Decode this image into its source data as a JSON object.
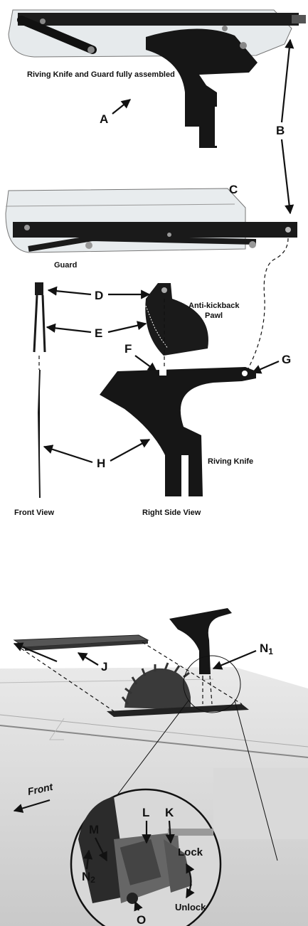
{
  "captions": {
    "assembled": "Riving Knife and Guard fully assembled",
    "guard": "Guard",
    "pawl_line1": "Anti-kickback",
    "pawl_line2": "Pawl",
    "riving_knife": "Riving Knife",
    "front_view": "Front View",
    "right_side_view": "Right Side View",
    "front": "Front",
    "lock": "Lock",
    "unlock": "Unlock"
  },
  "callouts": {
    "A": "A",
    "B": "B",
    "C": "C",
    "D": "D",
    "E": "E",
    "F": "F",
    "G": "G",
    "H": "H",
    "J": "J",
    "N1_base": "N",
    "N1_sub": "1",
    "N2_base": "N",
    "N2_sub": "2",
    "K": "K",
    "L": "L",
    "M": "M",
    "O": "O"
  }
}
